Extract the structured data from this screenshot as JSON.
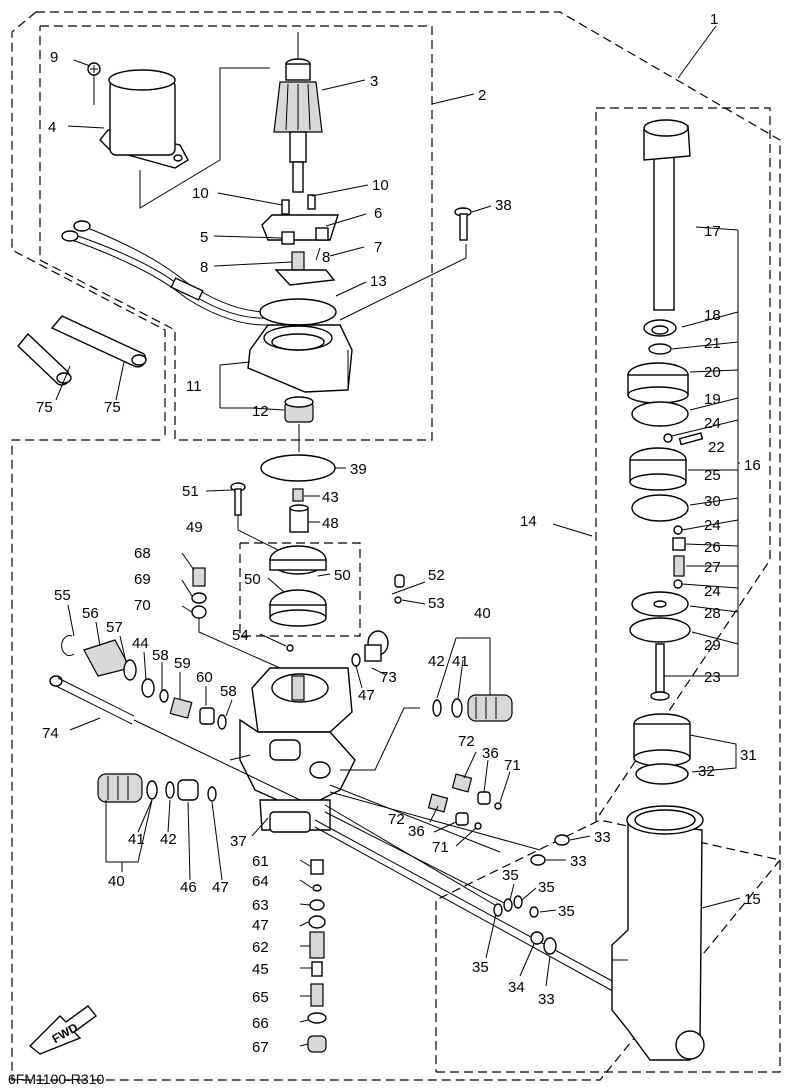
{
  "diagram": {
    "code": "6FM1100-R310",
    "fwd_label": "FWD",
    "labels": {
      "l1": "1",
      "l2": "2",
      "l3": "3",
      "l4": "4",
      "l5": "5",
      "l6": "6",
      "l7": "7",
      "l8a": "8",
      "l8b": "8",
      "l9": "9",
      "l10a": "10",
      "l10b": "10",
      "l11": "11",
      "l12": "12",
      "l13": "13",
      "l14": "14",
      "l15": "15",
      "l16": "16",
      "l17": "17",
      "l18": "18",
      "l19": "19",
      "l20": "20",
      "l21": "21",
      "l22": "22",
      "l23": "23",
      "l24a": "24",
      "l24b": "24",
      "l24c": "24",
      "l25": "25",
      "l26": "26",
      "l27": "27",
      "l28": "28",
      "l29": "29",
      "l30": "30",
      "l31": "31",
      "l32": "32",
      "l33a": "33",
      "l33b": "33",
      "l33c": "33",
      "l34": "34",
      "l35a": "35",
      "l35b": "35",
      "l35c": "35",
      "l35d": "35",
      "l36a": "36",
      "l36b": "36",
      "l37": "37",
      "l38": "38",
      "l39": "39",
      "l40a": "40",
      "l40b": "40",
      "l41a": "41",
      "l41b": "41",
      "l42a": "42",
      "l42b": "42",
      "l43": "43",
      "l44": "44",
      "l45": "45",
      "l46": "46",
      "l47a": "47",
      "l47b": "47",
      "l47c": "47",
      "l48": "48",
      "l49": "49",
      "l50a": "50",
      "l50b": "50",
      "l51": "51",
      "l52": "52",
      "l53": "53",
      "l54": "54",
      "l55": "55",
      "l56": "56",
      "l57": "57",
      "l58a": "58",
      "l58b": "58",
      "l59": "59",
      "l60": "60",
      "l61": "61",
      "l62": "62",
      "l63": "63",
      "l64": "64",
      "l65": "65",
      "l66": "66",
      "l67": "67",
      "l68": "68",
      "l69": "69",
      "l70": "70",
      "l71a": "71",
      "l71b": "71",
      "l72a": "72",
      "l72b": "72",
      "l73": "73",
      "l74": "74",
      "l75a": "75",
      "l75b": "75"
    }
  }
}
